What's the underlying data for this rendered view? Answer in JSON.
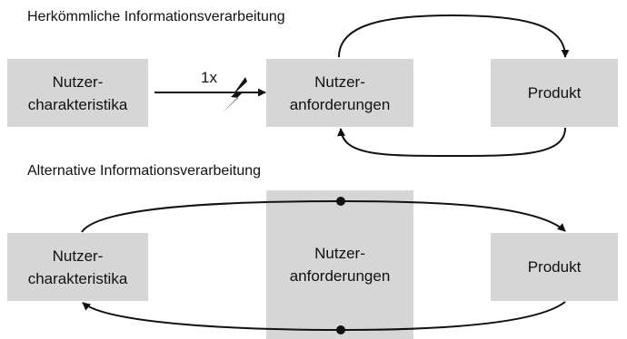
{
  "diagram": {
    "traditional": {
      "title": "Herkömmliche Informationsverarbeitung",
      "box_characteristics": {
        "line1": "Nutzer-",
        "line2": "charakteristika"
      },
      "box_requirements": {
        "line1": "Nutzer-",
        "line2": "anforderungen"
      },
      "box_product": {
        "line1": "Produkt"
      },
      "arrow_label": "1x",
      "break_icon": "lightning-bolt"
    },
    "alternative": {
      "title": "Alternative Informationsverarbeitung",
      "box_characteristics": {
        "line1": "Nutzer-",
        "line2": "charakteristika"
      },
      "box_requirements": {
        "line1": "Nutzer-",
        "line2": "anforderungen"
      },
      "box_product": {
        "line1": "Produkt"
      }
    },
    "colors": {
      "box_fill": "#d6d6d6",
      "line": "#111111"
    }
  }
}
